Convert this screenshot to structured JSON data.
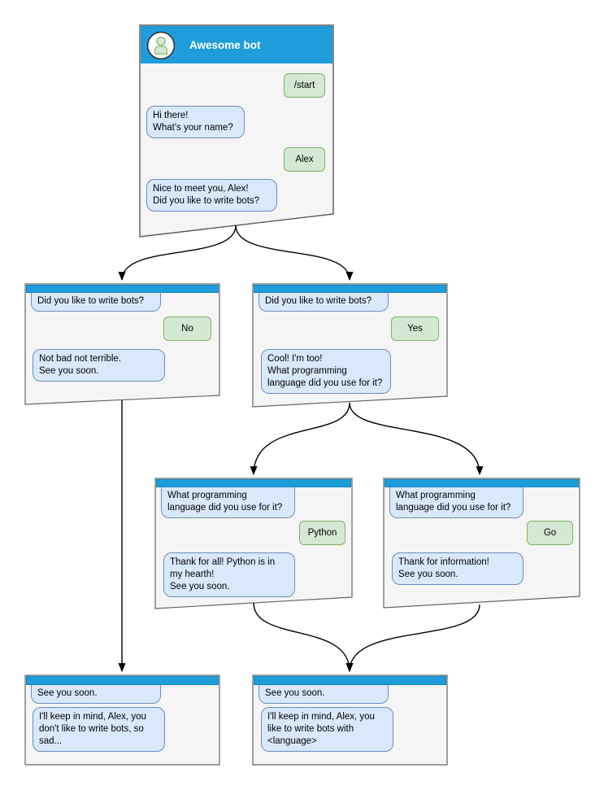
{
  "colors": {
    "titlebar_blue": "#1e9dda",
    "bot_bubble_fill": "#dae8fc",
    "bot_bubble_border": "#6c8ebf",
    "user_bubble_fill": "#d5e8d4",
    "user_bubble_border": "#82b366",
    "window_fill": "#f5f5f5",
    "window_border": "#666666",
    "arrow_color": "#000000"
  },
  "windows": {
    "start": {
      "header": "Awesome bot",
      "messages": {
        "start_cmd": "/start",
        "greeting": "Hi there!\nWhat's your name?",
        "name_reply": "Alex",
        "ask_bots": "Nice to meet you, Alex!\nDid you like to write bots?"
      }
    },
    "no_branch": {
      "messages": {
        "question": "Did you like to write bots?",
        "answer": "No",
        "reply": "Not bad not terrible.\nSee you soon."
      }
    },
    "yes_branch": {
      "messages": {
        "question": "Did you like to write bots?",
        "answer": "Yes",
        "reply": "Cool! I'm too!\nWhat programming\nlanguage did you use for it?"
      }
    },
    "python_branch": {
      "messages": {
        "question": "What programming\nlanguage did you use for it?",
        "answer": "Python",
        "reply": "Thank for all! Python is in\nmy hearth!\nSee you soon."
      }
    },
    "go_branch": {
      "messages": {
        "question": "What programming\nlanguage did you use for it?",
        "answer": "Go",
        "reply": "Thank for information!\nSee you soon."
      }
    },
    "bye_no": {
      "messages": {
        "question": "See you soon.",
        "reply": "I'll keep in mind, Alex, you\ndon't like to write bots, so\nsad..."
      }
    },
    "bye_yes": {
      "messages": {
        "question": "See you soon.",
        "reply": "I'll keep in mind, Alex, you\nlike to write bots with\n<language>"
      }
    }
  }
}
